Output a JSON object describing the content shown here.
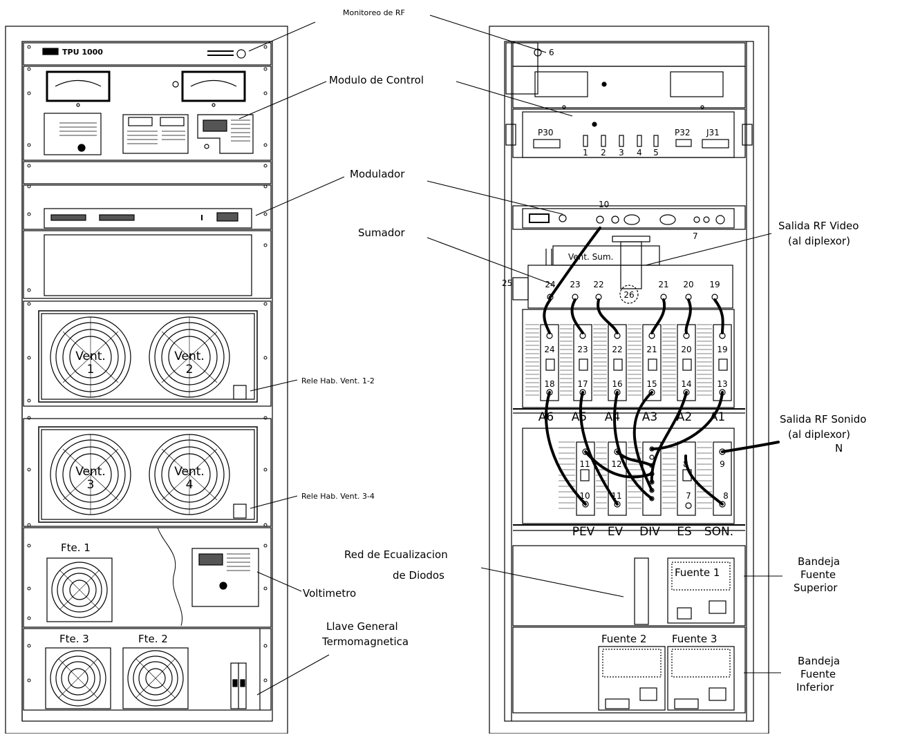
{
  "callouts": {
    "rf_monitor": "Monitoreo de RF",
    "control_module": "Modulo de Control",
    "modulator": "Modulador",
    "combiner": "Sumador",
    "rf_video_out_1": "Salida RF Video",
    "rf_video_out_2": "(al diplexor)",
    "relay_fans_12": "Rele Hab. Vent. 1-2",
    "rf_sound_out_1": "Salida RF Sonido",
    "rf_sound_out_2": "(al diplexor)",
    "rf_sound_out_3": "N",
    "relay_fans_34": "Rele Hab. Vent. 3-4",
    "diode_eq_1": "Red de Ecualizacion",
    "diode_eq_2": "de Diodos",
    "psu_upper_1": "Bandeja",
    "psu_upper_2": "Fuente",
    "psu_upper_3": "Superior",
    "voltmeter": "Voltimetro",
    "main_breaker_1": "Llave General",
    "main_breaker_2": "Termomagnetica",
    "psu_lower_1": "Bandeja",
    "psu_lower_2": "Fuente",
    "psu_lower_3": "Inferior"
  },
  "front": {
    "fan1": [
      "Vent.",
      "1"
    ],
    "fan2": [
      "Vent.",
      "2"
    ],
    "fan3": [
      "Vent.",
      "3"
    ],
    "fan4": [
      "Vent.",
      "4"
    ],
    "psu1": "Fte. 1",
    "psu3": "Fte. 3",
    "psu2": "Fte. 2",
    "logo": "TPU 1000"
  },
  "rear": {
    "monitor_num": "6",
    "p30": "P30",
    "p32": "P32",
    "j31": "J31",
    "slots": [
      "1",
      "2",
      "3",
      "4",
      "5"
    ],
    "mod_num": "10",
    "out_num": "7",
    "vent_sum": "Vent. Sum.",
    "port25": "25",
    "port26": "26",
    "combiner_ports": [
      "24",
      "23",
      "22",
      "21",
      "20",
      "19"
    ],
    "amp_top": [
      "24",
      "23",
      "22",
      "21",
      "20",
      "19"
    ],
    "amp_bottom": [
      "18",
      "17",
      "16",
      "15",
      "14",
      "13"
    ],
    "amp_names": [
      "A6",
      "A5",
      "A4",
      "A3",
      "A2",
      "A1"
    ],
    "low_top": [
      "11",
      "12",
      "",
      "8",
      "9"
    ],
    "low_bottom": [
      "10",
      "11",
      "",
      "7",
      "8"
    ],
    "low_names": [
      "PEV",
      "EV",
      "DIV",
      "ES",
      "SON."
    ],
    "psu1": "Fuente 1",
    "psu2": "Fuente 2",
    "psu3": "Fuente 3"
  }
}
